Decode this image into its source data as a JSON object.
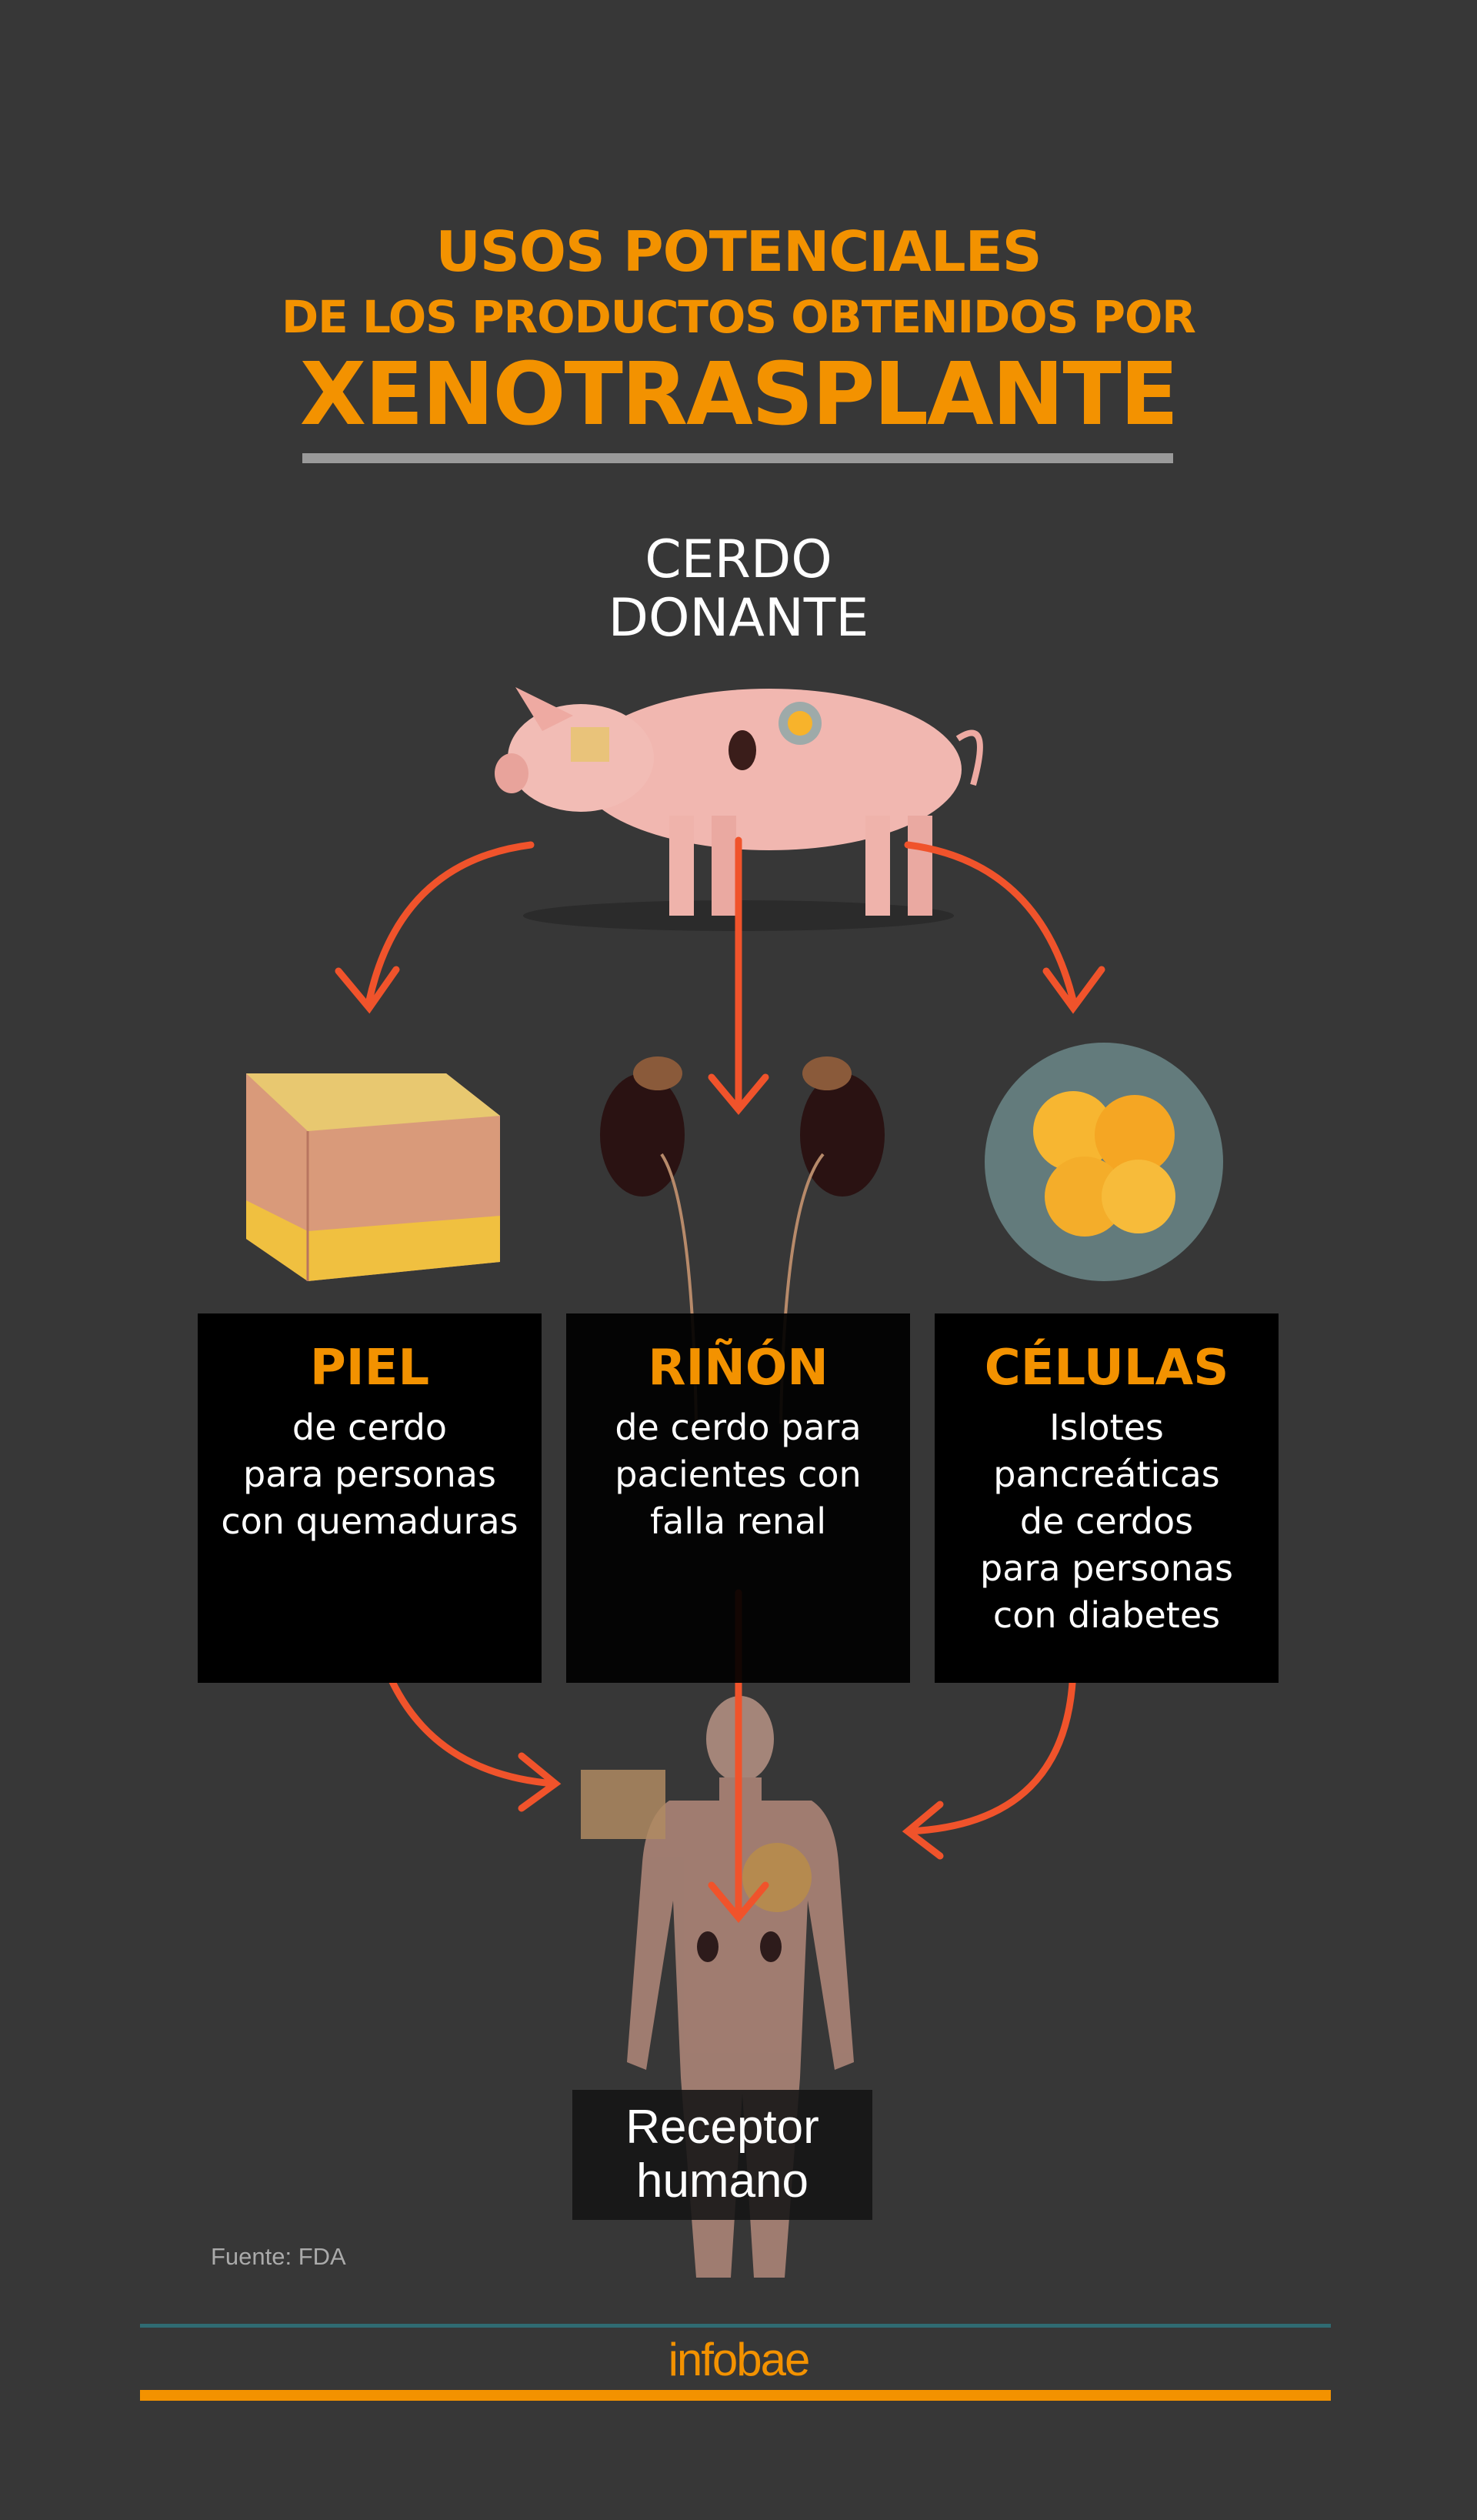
{
  "title": {
    "line1": "USOS POTENCIALES",
    "line2": "DE LOS PRODUCTOS OBTENIDOS POR",
    "line3": "XENOTRASPLANTE"
  },
  "donor": {
    "line1": "CERDO",
    "line2": "DONANTE"
  },
  "products": [
    {
      "title": "PIEL",
      "lines": [
        "de cerdo",
        "para personas",
        "con quemaduras"
      ]
    },
    {
      "title": "RIÑÓN",
      "lines": [
        "de cerdo para",
        "pacientes con",
        "falla renal"
      ]
    },
    {
      "title": "CÉLULAS",
      "lines": [
        "Islotes",
        "pancreáticas",
        "de cerdos",
        "para personas",
        "con diabetes"
      ]
    }
  ],
  "recipient": {
    "line1": "Receptor",
    "line2": "humano"
  },
  "source": "Fuente: FDA",
  "logo": "infobae",
  "colors": {
    "background": "#373737",
    "accent": "#f39200",
    "arrow": "#f0532b",
    "teal": "#2f6b72"
  }
}
